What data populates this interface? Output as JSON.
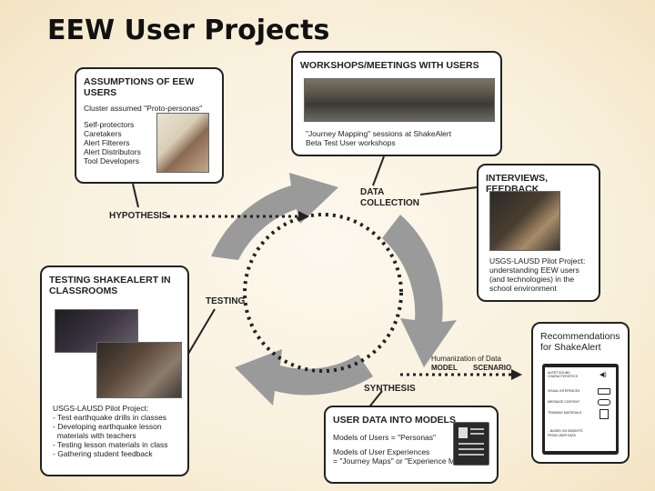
{
  "title": "EEW User Projects",
  "assumptions": {
    "title": "ASSUMPTIONS OF EEW USERS",
    "subtitle": "Cluster assumed \"Proto-personas\"",
    "items": [
      "Self-protectors",
      "Caretakers",
      "Alert Filterers",
      "Alert Distributors",
      "Tool Developers"
    ]
  },
  "workshops": {
    "title": "WORKSHOPS/MEETINGS WITH USERS",
    "caption1": "\"Journey Mapping\" sessions at ShakeAlert",
    "caption2": "Beta Test User workshops"
  },
  "interviews": {
    "title": "INTERVIEWS, FEEDBACK",
    "lines": [
      "USGS-LAUSD Pilot Project:",
      "understanding EEW users",
      "(and technologies) in the",
      "school environment"
    ]
  },
  "testing": {
    "title1": "TESTING SHAKEALERT IN",
    "title2": "CLASSROOMS",
    "lines": [
      "USGS-LAUSD Pilot Project:",
      "- Test earthquake drills in classes",
      "- Developing earthquake lesson",
      "  materials with teachers",
      "- Testing lesson materials in class",
      "- Gathering student feedback"
    ]
  },
  "models": {
    "title": "USER DATA INTO MODELS",
    "line1": "Models of Users = \"Personas\"",
    "line2": "Models of User Experiences",
    "line3": "= \"Journey Maps\" or \"Experience Maps\""
  },
  "recommendations": {
    "title1": "Recommendations",
    "title2": "for ShakeAlert",
    "rows": [
      "ALERT SOUND CHARACTERISTICS",
      "VISUAL INTERFACES",
      "MESSAGE CONTENT",
      "TRAINING MATERIALS"
    ],
    "footer1": "...BASED ON INSIGHTS",
    "footer2": "FROM USER DATA"
  },
  "cycle": {
    "hypothesis": "HYPOTHESIS",
    "data_collection_1": "DATA",
    "data_collection_2": "COLLECTION",
    "testing": "TESTING",
    "synthesis": "SYNTHESIS",
    "humanization": "Humanization of Data",
    "model": "MODEL",
    "scenario": "SCENARIO"
  },
  "colors": {
    "arrow_gray": "#9a9a9a",
    "dots": "#222222",
    "background": "#f9f0dc"
  }
}
